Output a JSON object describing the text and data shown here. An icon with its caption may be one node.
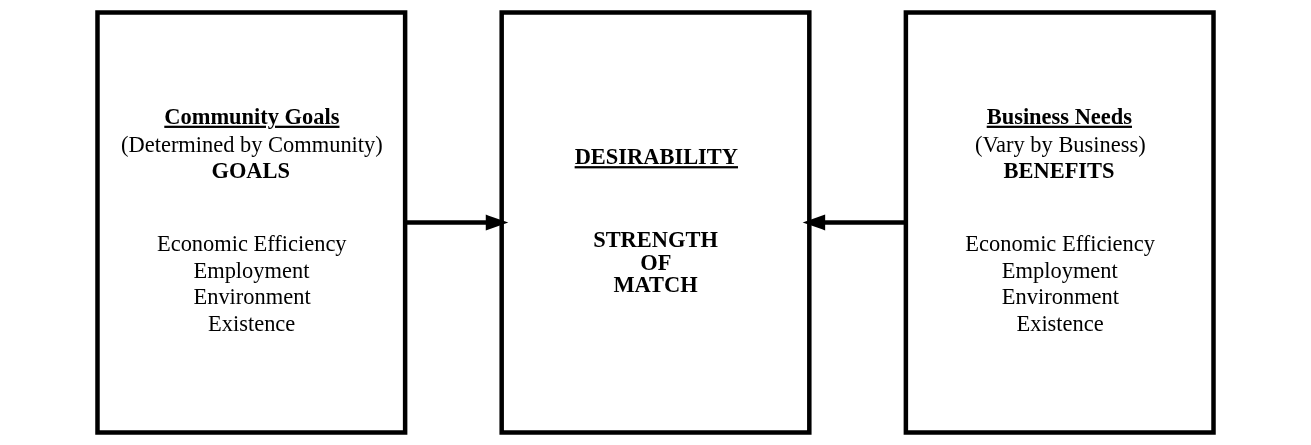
{
  "diagram": {
    "nodes": [
      {
        "text": [
          "Community Goals",
          "(Determined by Community)",
          "GOALS",
          "Economic Efficiency",
          "Employment",
          "Environment",
          "Existence"
        ]
      },
      {
        "text": [
          "DESIRABILITY",
          "STRENGTH OF MATCH"
        ]
      },
      {
        "text": [
          "Business Needs",
          "(Vary by Business)",
          "BENEFITS",
          "Economic Efficiency",
          "Employment",
          "Environment",
          "Existence"
        ]
      }
    ],
    "edges": [
      {
        "from": 0,
        "to": 1,
        "arrow": "to"
      },
      {
        "from": 2,
        "to": 1,
        "arrow": "to"
      }
    ]
  }
}
